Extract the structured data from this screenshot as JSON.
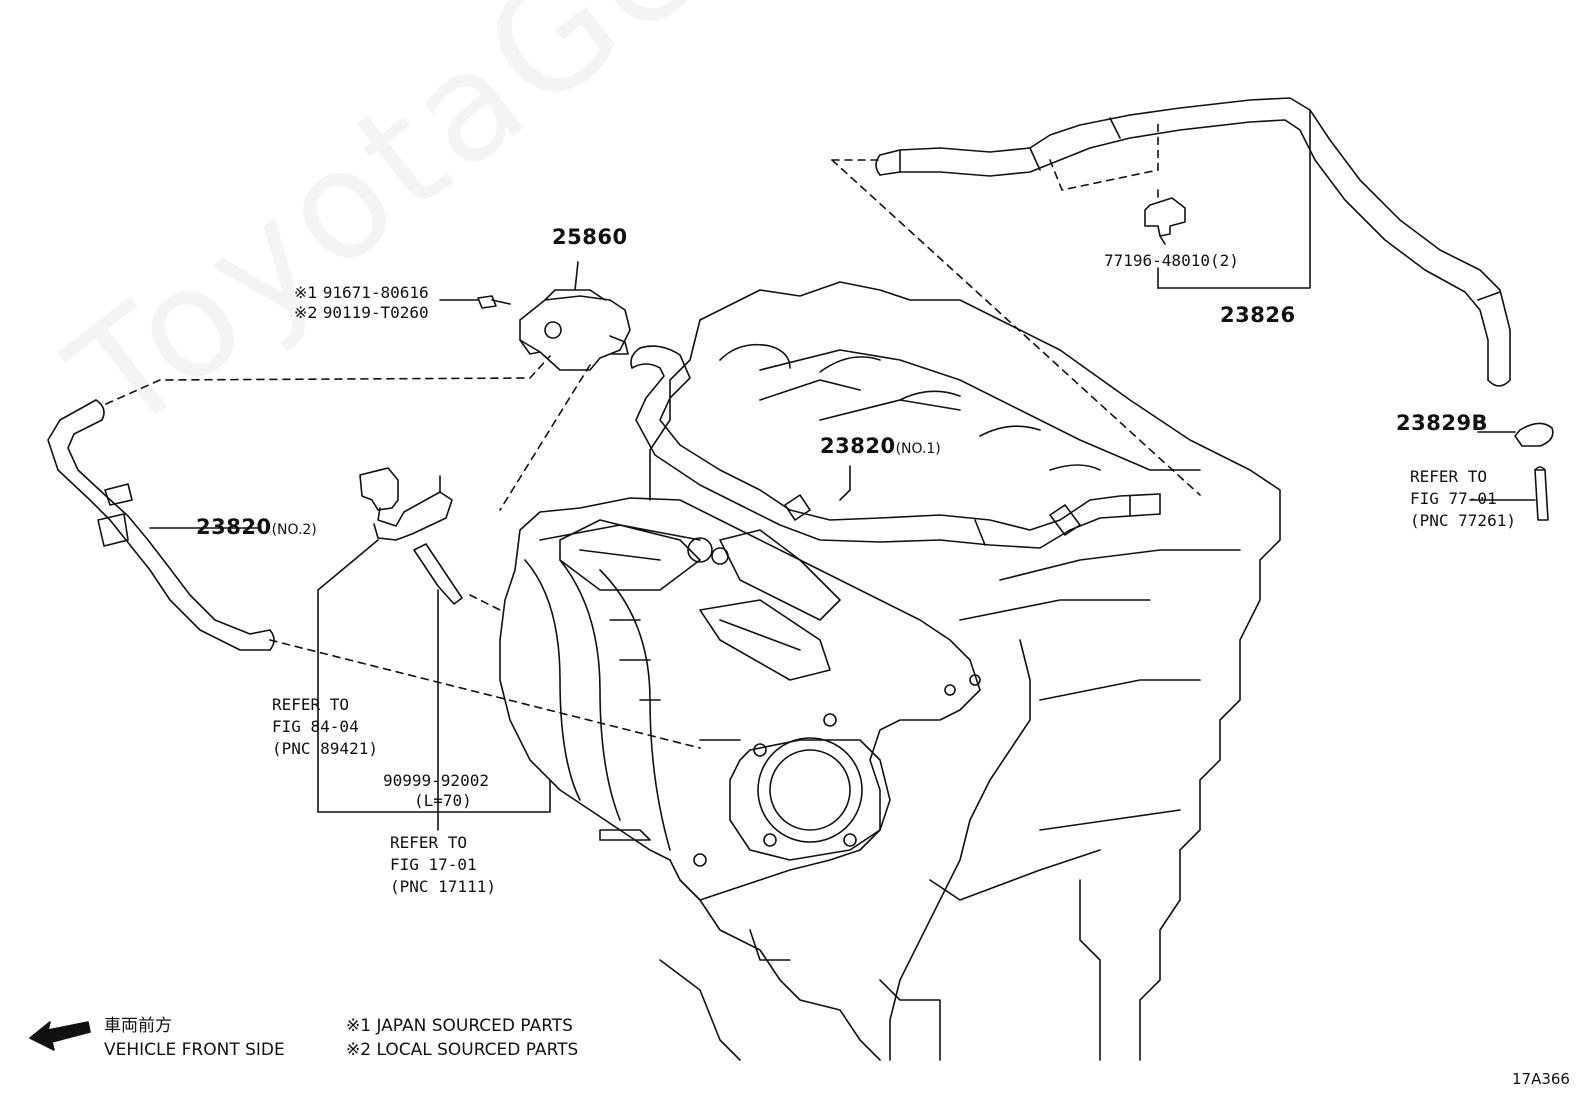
{
  "watermark": "ToyotaGenMine.ru",
  "parts": {
    "p25860": "25860",
    "p91671_mark": "※1",
    "p91671": "91671-80616",
    "p90119_mark": "※2",
    "p90119": "90119-T0260",
    "p77196": "77196-48010(2)",
    "p23826": "23826",
    "p23829B": "23829B",
    "p23820_no1": "23820",
    "p23820_no1_suffix": "(NO.1)",
    "p23820_no2": "23820",
    "p23820_no2_suffix": "(NO.2)",
    "p90999": "90999-92002",
    "p90999_len": "(L=70)"
  },
  "refs": {
    "fig84": {
      "line1": "REFER TO",
      "line2": "FIG 84-04",
      "line3": "(PNC 89421)"
    },
    "fig17": {
      "line1": "REFER TO",
      "line2": "FIG 17-01",
      "line3": "(PNC 17111)"
    },
    "fig77": {
      "line1": "REFER TO",
      "line2": "FIG 77-01",
      "line3": "(PNC 77261)"
    }
  },
  "legend": {
    "front_jp": "車両前方",
    "front_en": "VEHICLE FRONT SIDE",
    "note1": "※1 JAPAN SOURCED PARTS",
    "note2": "※2 LOCAL SOURCED PARTS"
  },
  "figure_id": "17A366"
}
